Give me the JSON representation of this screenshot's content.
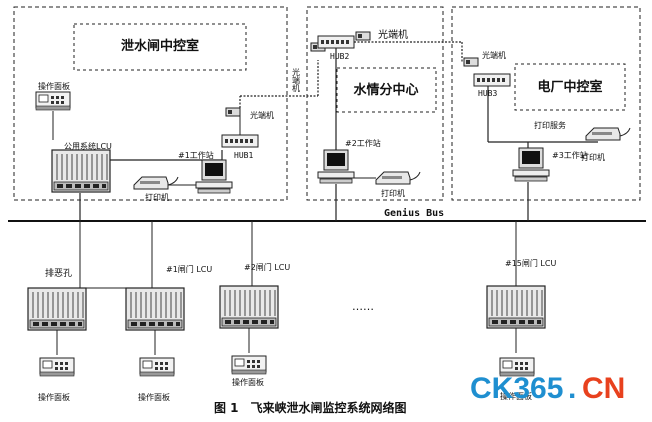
{
  "zones": {
    "left": {
      "title": "泄水闸中控室"
    },
    "middle": {
      "title": "水情分中心"
    },
    "right": {
      "title": "电厂中控室"
    }
  },
  "nodes": {
    "op_panel_top": "操作面板",
    "public_plc": "公用系统LCU",
    "ws1": "#1工作站",
    "hub1": "HUB1",
    "printer1": "打印机",
    "opt_left": "光端机",
    "opt_hub2_side": "光端机",
    "opt_top": "光端机",
    "hub2": "HUB2",
    "ws2": "#2工作站",
    "printer2": "打印机",
    "opt_right": "光端机",
    "hub3": "HUB3",
    "print_service": "打印服务",
    "ws3": "#3工作站",
    "printer3": "打印机"
  },
  "bus": {
    "label": "Genius Bus"
  },
  "bottom": {
    "paishu": "排恶孔",
    "lcu1": "#1闸门 LCU",
    "lcu2": "#2闸门 LCU",
    "ellipsis": "……",
    "lcu15": "#15闸门 LCU",
    "panel1": "操作面板",
    "panel2": "操作面板",
    "panel3": "操作面板",
    "panel4": "操作面板"
  },
  "caption": "图 1　飞来峡泄水闸监控系统网络图",
  "watermark": {
    "ck": "CK365",
    "dot": ".",
    "cn": "CN"
  }
}
